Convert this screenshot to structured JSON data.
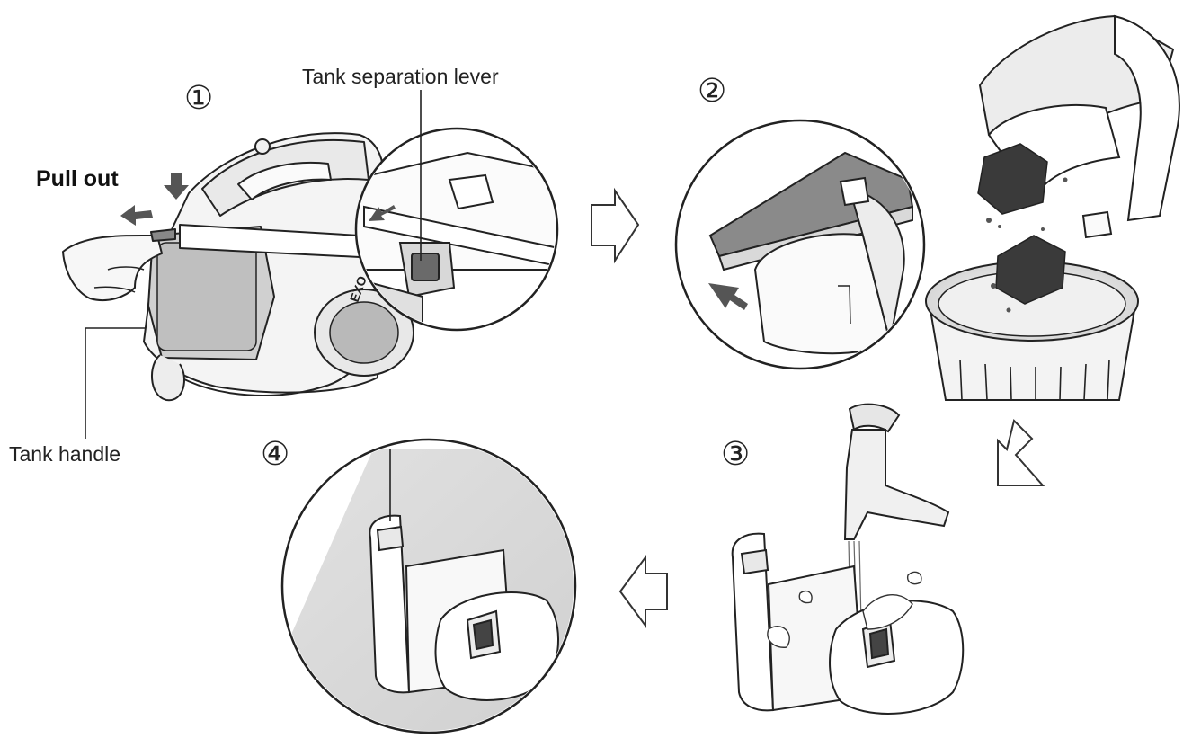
{
  "labels": {
    "tank_separation_lever": "Tank separation lever",
    "pull_out": "Pull out",
    "tank_handle": "Tank handle",
    "model_mark": "EXO"
  },
  "steps": [
    "①",
    "②",
    "③",
    "④"
  ],
  "icons": {
    "flow_arrow_right": "hollow-arrow-right-icon",
    "flow_arrow_down_left": "hollow-arrow-down-left-icon",
    "flow_arrow_left": "hollow-arrow-left-icon",
    "direction_arrow": "solid-arrow-icon"
  },
  "colors": {
    "line": "#222222",
    "light_fill": "#f3f3f3",
    "mid_gray": "#cfcfcf",
    "dark_gray": "#555555",
    "dirt": "#3a3a3a",
    "shade": "#d6d6d6"
  }
}
